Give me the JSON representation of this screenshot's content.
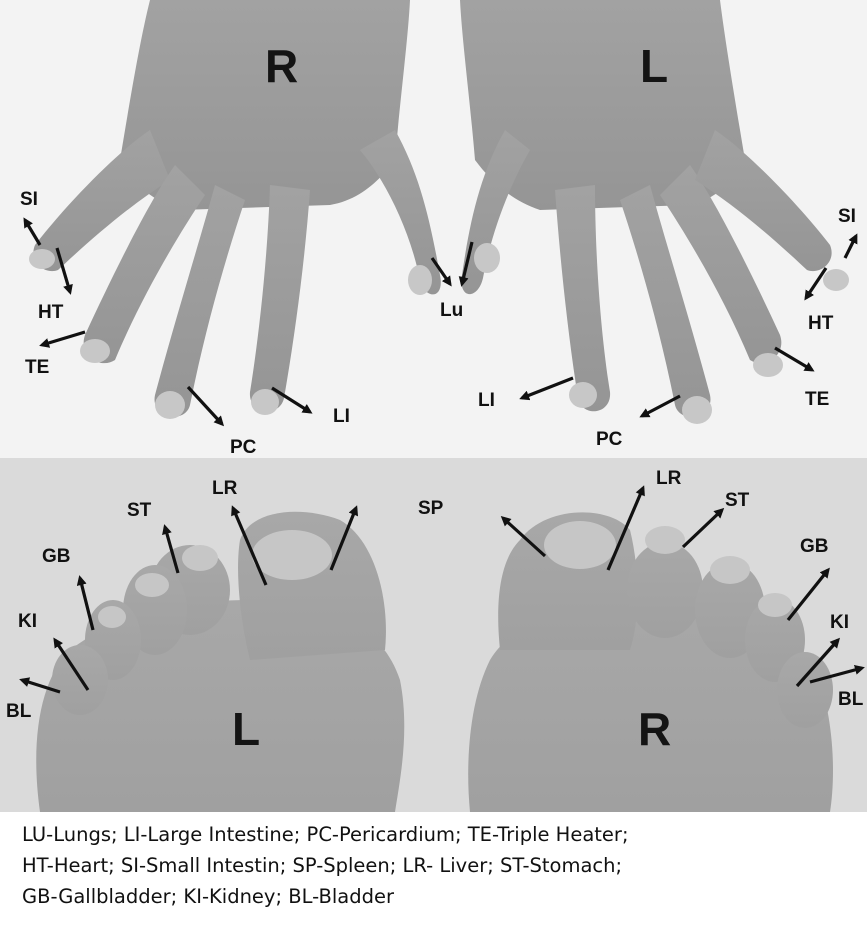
{
  "hands": {
    "right_side_label": "R",
    "left_side_label": "L",
    "labels": {
      "si_r": "SI",
      "ht_r": "HT",
      "te_r": "TE",
      "pc_r": "PC",
      "li_r": "LI",
      "lu": "Lu",
      "si_l": "SI",
      "ht_l": "HT",
      "te_l": "TE",
      "pc_l": "PC",
      "li_l": "LI"
    }
  },
  "feet": {
    "left_side_label": "L",
    "right_side_label": "R",
    "labels": {
      "bl_l": "BL",
      "ki_l": "KI",
      "gb_l": "GB",
      "st_l": "ST",
      "lr_l": "LR",
      "sp": "SP",
      "lr_r": "LR",
      "st_r": "ST",
      "gb_r": "GB",
      "ki_r": "KI",
      "bl_r": "BL"
    }
  },
  "legend": {
    "line1": "LU-Lungs; LI-Large Intestine; PC-Pericardium; TE-Triple Heater;",
    "line2": "HT-Heart; SI-Small Intestin; SP-Spleen; LR- Liver;  ST-Stomach;",
    "line3": "GB-Gallbladder; KI-Kidney; BL-Bladder"
  },
  "colors": {
    "background": "#ffffff",
    "hands_background": "#f2f2f2",
    "feet_background": "#d9d9d9",
    "skin": "#9a9a9a",
    "ink": "#111111"
  }
}
